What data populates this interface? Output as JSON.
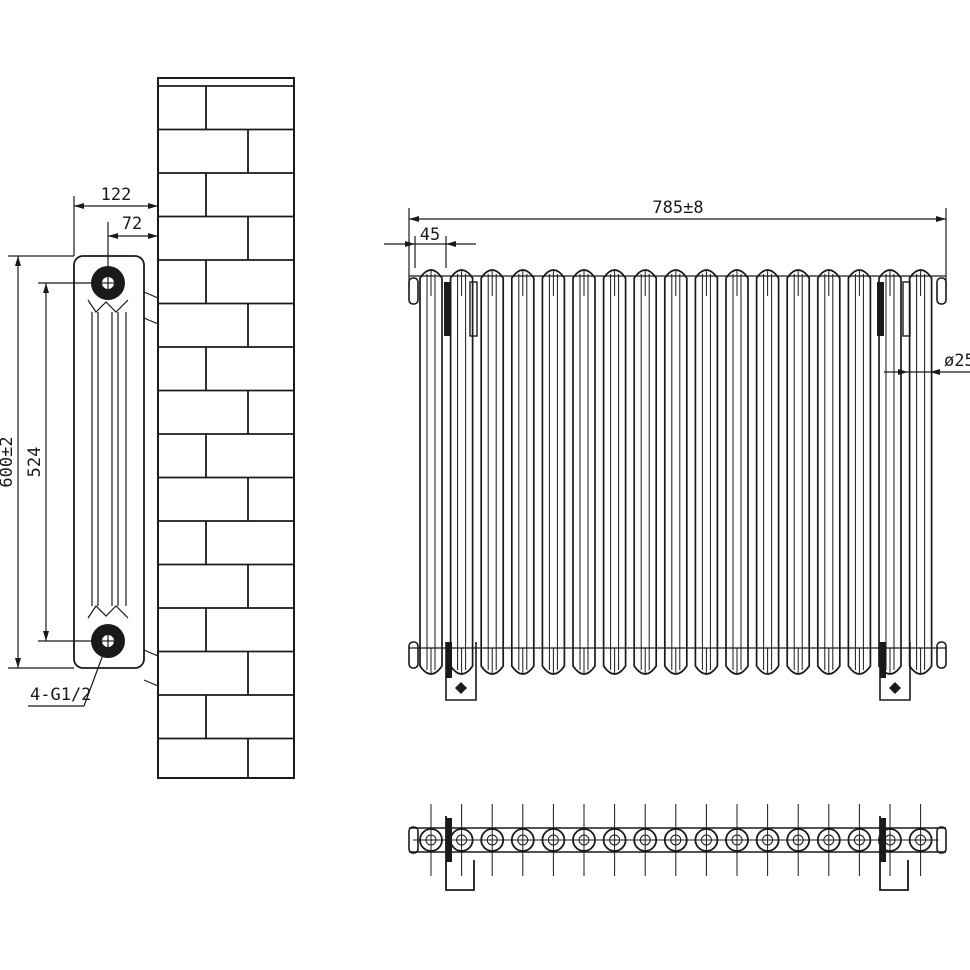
{
  "dimensions": {
    "side_depth": "122",
    "side_offset": "72",
    "overall_height": "600±2",
    "centre_distance": "524",
    "connections": "4-G1/2",
    "overall_length": "785±8",
    "column_pitch": "45",
    "tube_diameter": "ø25"
  },
  "front_view": {
    "column_count": 17
  },
  "colors": {
    "ink": "#1a1a1a",
    "background": "#ffffff",
    "port": "#1a1a1a"
  }
}
